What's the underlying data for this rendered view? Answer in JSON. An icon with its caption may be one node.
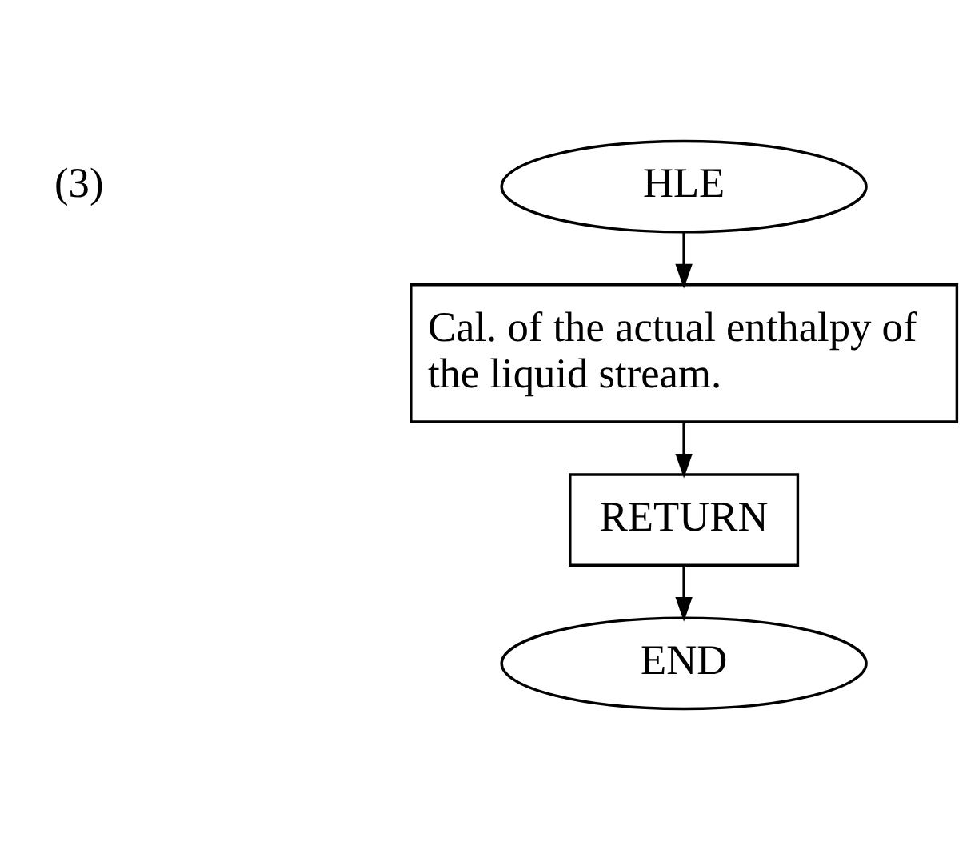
{
  "diagram": {
    "nodes": [
      {
        "text": [
          "HLE"
        ]
      },
      {
        "text": [
          "Cal. of the actual enthalpy of the liquid stream."
        ]
      },
      {
        "text": [
          "RETURN"
        ]
      },
      {
        "text": [
          "END"
        ]
      }
    ],
    "edges": [
      {
        "from": 0,
        "to": 1,
        "arrow": "to"
      },
      {
        "from": 1,
        "to": 2,
        "arrow": "to"
      },
      {
        "from": 2,
        "to": 3,
        "arrow": "to"
      }
    ],
    "labels": [
      "(3)"
    ]
  }
}
